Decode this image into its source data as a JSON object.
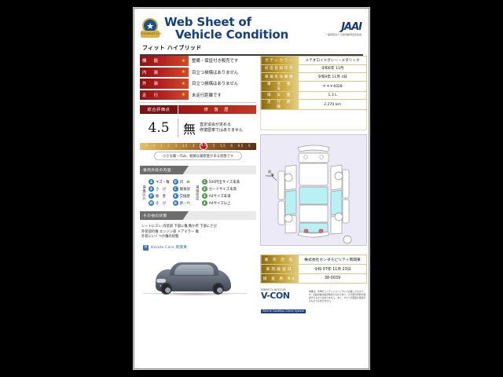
{
  "header": {
    "title_line1": "Web Sheet of",
    "title_line2": "Vehicle Condition",
    "foundation_star": "★",
    "foundation_ribbon": "FOUNDATION",
    "jaai_mark": "JAAI",
    "jaai_sub": "一般財団法人 日本自動車査定協会",
    "model_name": "フィット ハイブリッド"
  },
  "evaluation": {
    "rows": [
      {
        "label": "機　能",
        "star": "★",
        "text": "整備・保証付き販売です"
      },
      {
        "label": "内　装",
        "star": "★",
        "text": "目立つ損傷はありません"
      },
      {
        "label": "外　装",
        "star": "★",
        "text": "目立つ損傷はありません"
      },
      {
        "label": "走　行",
        "star": "★",
        "text": "未走行距離です"
      }
    ],
    "total_label": "総合評価点",
    "history_label": "修 復 歴",
    "score": "4.5",
    "repair_mark": "無",
    "repair_note_line1": "査定協会が定める",
    "repair_note_line2": "修復歴車ではありません",
    "scale_pips": [
      "R",
      "0",
      "1",
      "2",
      "3",
      "3.5",
      "4",
      "4.5",
      "5",
      "5.5",
      "6",
      "6.5",
      "S"
    ],
    "scale_selected": "4.5",
    "scale_caption": "小さな傷・凹み、軽微な補修歴がある状態です"
  },
  "legend": {
    "section_title": "車両外装の内容",
    "damage_group_title": "損傷区分",
    "damage_items": [
      {
        "icon": "A",
        "label": "キズ・傷"
      },
      {
        "icon": "U",
        "label": "凹　み"
      },
      {
        "icon": "S",
        "label": "さ　び"
      },
      {
        "icon": "C",
        "label": "腐食部"
      },
      {
        "icon": "P",
        "label": "板　金"
      },
      {
        "icon": "X",
        "label": "交換歴"
      },
      {
        "icon": "W",
        "label": "そ　び"
      },
      {
        "icon": "H",
        "label": "割・穴"
      }
    ],
    "size_group_title": "損傷程度",
    "size_items": [
      {
        "icon": "1",
        "label": "500円玉サイズ未満"
      },
      {
        "icon": "2",
        "label": "カードサイズ未満"
      },
      {
        "icon": "3",
        "label": "A4サイズ未満"
      },
      {
        "icon": "4",
        "label": "A4サイズ以上"
      }
    ]
  },
  "notes": {
    "section_title": "その他の状態",
    "line1": "シートにスレ 内装部 下部に傷 数か所 下部にさび",
    "line2": "外装部の傷 エンジン部 ドアミラー 傷",
    "line3": "外装にいくつか傷の状態"
  },
  "photo": {
    "brand_mark": "H",
    "brand_text": "Honda Cars 南関東"
  },
  "spec": {
    "rows": [
      {
        "key": "ボディカラー",
        "value": "メテオロイドグレー・メタリック"
      },
      {
        "key": "初度登録年月",
        "value": "令和6年 11月"
      },
      {
        "key": "車検有効期限",
        "value": "令和9年 11月 4日"
      },
      {
        "key": "車　台　番　号",
        "value": "＊＊＊4028"
      },
      {
        "key": "排　気　量",
        "value": "1.3 L"
      },
      {
        "key": "走　行　距　離",
        "value": "2,270 km"
      }
    ]
  },
  "diagram": {
    "front_label": "前",
    "front_sub": "FRONT",
    "rear_label": "後"
  },
  "dealer": {
    "rows": [
      {
        "key": "販 売 店 名",
        "value": "株式会社ホンダモビリティ南関東"
      },
      {
        "key": "車両検査日",
        "value": "令和 07年 11月 23日"
      },
      {
        "key": "検 査 員 No",
        "value": "38-0039"
      }
    ]
  },
  "vcon": {
    "code": "N38071-002243",
    "name": "V-CON",
    "subtitle": "Vehicle Condition Check System",
    "disclaimer": "本書は、車両のコンディションについて記載したものです。記載内容は検査時点のものであり、その後の状態を保証するものではありません。また、すべての瑕疵を保証するものではありません。"
  }
}
